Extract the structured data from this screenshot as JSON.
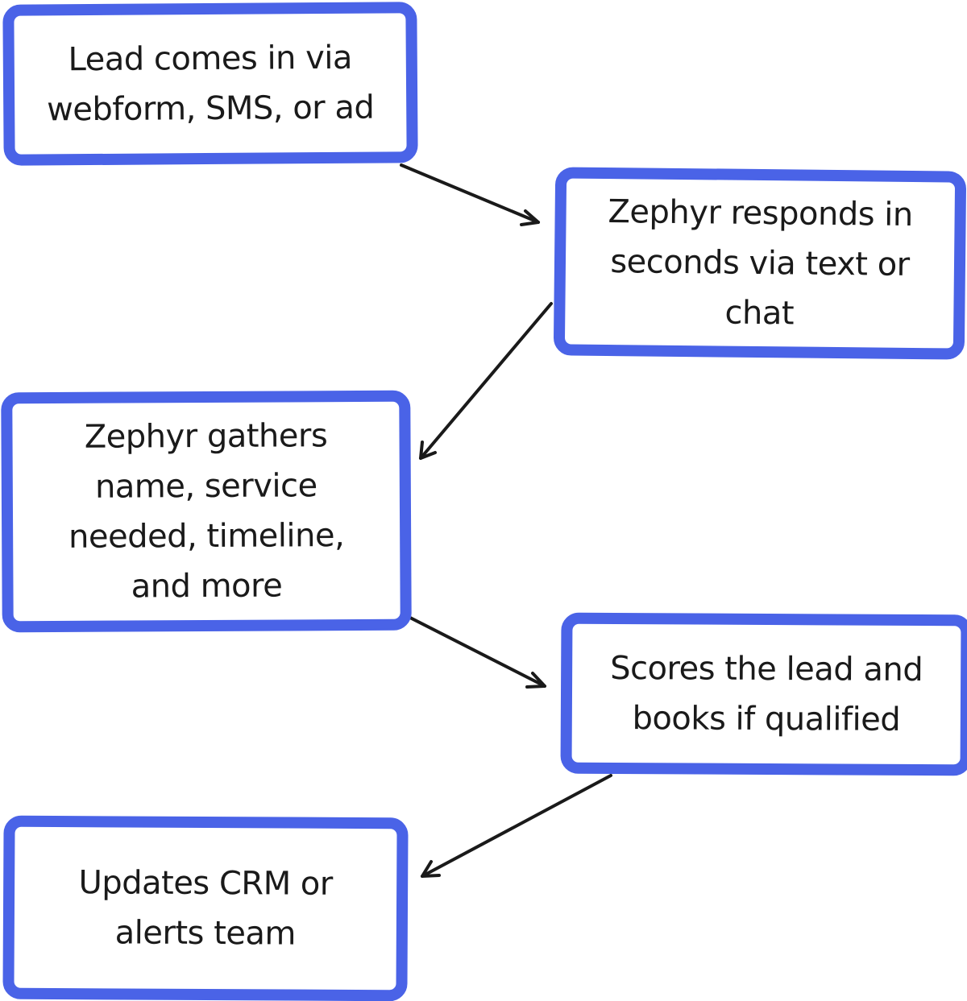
{
  "diagram": {
    "accent_color": "#4A63E7",
    "steps": [
      {
        "id": "step-1",
        "label": "Lead comes in via\nwebform, SMS, or ad"
      },
      {
        "id": "step-2",
        "label": "Zephyr responds in\nseconds via text or\nchat"
      },
      {
        "id": "step-3",
        "label": "Zephyr gathers\nname, service\nneeded, timeline,\nand more"
      },
      {
        "id": "step-4",
        "label": "Scores the lead and\nbooks if qualified"
      },
      {
        "id": "step-5",
        "label": "Updates CRM or\nalerts team"
      }
    ],
    "connections": [
      {
        "from": "step-1",
        "to": "step-2"
      },
      {
        "from": "step-2",
        "to": "step-3"
      },
      {
        "from": "step-3",
        "to": "step-4"
      },
      {
        "from": "step-4",
        "to": "step-5"
      }
    ]
  }
}
